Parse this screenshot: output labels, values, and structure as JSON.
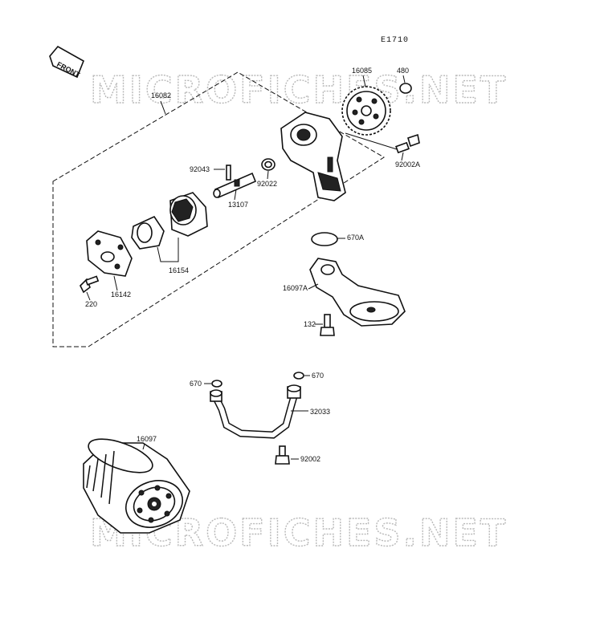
{
  "diagram": {
    "code": "E1710",
    "front_label": "FRONT",
    "watermark": "MICROFICHES.NET",
    "parts": {
      "p16082": "16082",
      "p16085": "16085",
      "p480": "480",
      "p92002A": "92002A",
      "p92043": "92043",
      "p92022": "92022",
      "p13107": "13107",
      "p16154": "16154",
      "p16142": "16142",
      "p220": "220",
      "p670A": "670A",
      "p16097A": "16097A",
      "p132": "132",
      "p670_left": "670",
      "p670_right": "670",
      "p32033": "32033",
      "p92002": "92002",
      "p16097": "16097"
    }
  }
}
